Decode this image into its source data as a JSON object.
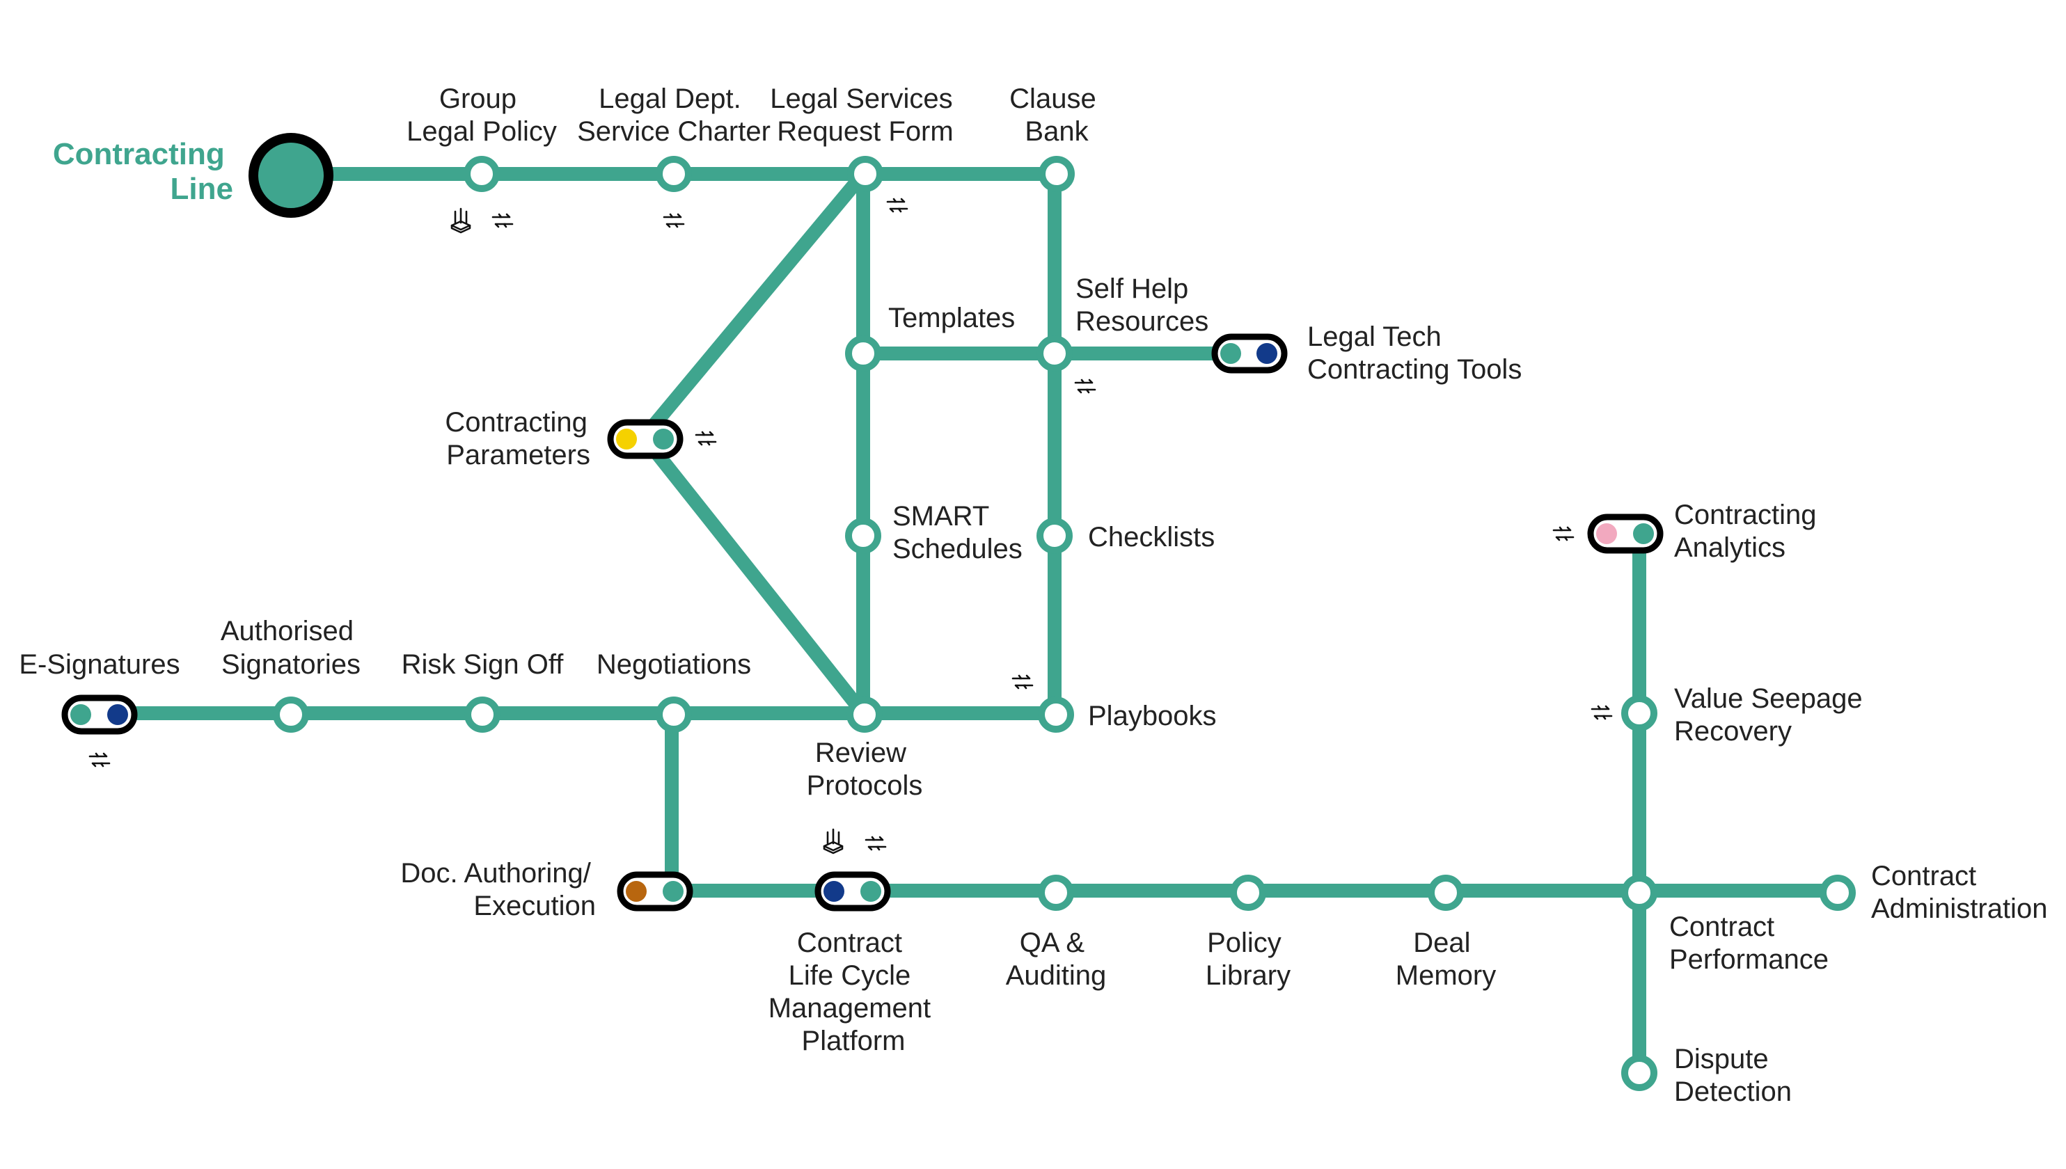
{
  "diagram": {
    "title": [
      "Contracting",
      "Line"
    ],
    "colors": {
      "line": "#3fa58e",
      "terminus": "#3fa58e",
      "yellow": "#f5d100",
      "green": "#3fa58e",
      "navy": "#123a8a",
      "orange": "#b8660f",
      "pink": "#f2a9bf"
    },
    "icons": {
      "exchange": "exchange-arrows-icon",
      "building": "institution-icon"
    },
    "stations": {
      "group_legal_policy": [
        "Group",
        "Legal Policy"
      ],
      "legal_dept_service_charter": [
        "Legal Dept.",
        "Service Charter"
      ],
      "legal_services_request_form": [
        "Legal Services",
        "Request Form"
      ],
      "clause_bank": [
        "Clause",
        "Bank"
      ],
      "templates": [
        "Templates"
      ],
      "self_help_resources": [
        "Self Help",
        "Resources"
      ],
      "legal_tech_contracting_tools": [
        "Legal Tech",
        "Contracting Tools"
      ],
      "contracting_parameters": [
        "Contracting",
        "Parameters"
      ],
      "smart_schedules": [
        "SMART",
        "Schedules"
      ],
      "checklists": [
        "Checklists"
      ],
      "contracting_analytics": [
        "Contracting",
        "Analytics"
      ],
      "e_signatures": [
        "E-Signatures"
      ],
      "authorised_signatories": [
        "Authorised",
        "Signatories"
      ],
      "risk_sign_off": [
        "Risk Sign Off"
      ],
      "negotiations": [
        "Negotiations"
      ],
      "review_protocols": [
        "Review",
        "Protocols"
      ],
      "playbooks": [
        "Playbooks"
      ],
      "value_seepage_recovery": [
        "Value Seepage",
        "Recovery"
      ],
      "doc_authoring_execution": [
        "Doc. Authoring/",
        "Execution"
      ],
      "clm_platform": [
        "Contract",
        "Life Cycle",
        "Management",
        "Platform"
      ],
      "qa_auditing": [
        "QA &",
        "Auditing"
      ],
      "policy_library": [
        "Policy",
        "Library"
      ],
      "deal_memory": [
        "Deal",
        "Memory"
      ],
      "contract_performance": [
        "Contract",
        "Performance"
      ],
      "contract_administration": [
        "Contract",
        "Administration"
      ],
      "dispute_detection": [
        "Dispute",
        "Detection"
      ]
    }
  }
}
